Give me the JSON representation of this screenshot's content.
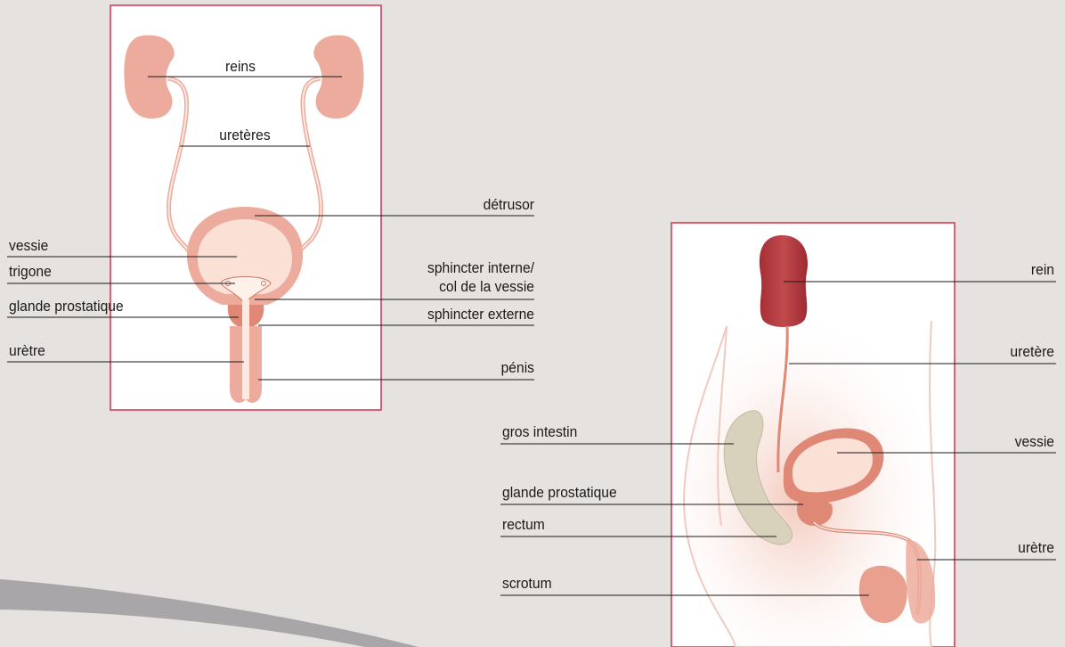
{
  "front_view": {
    "labels": {
      "reins": "reins",
      "ureteres": "uretères",
      "detrusor": "détrusor",
      "vessie": "vessie",
      "trigone": "trigone",
      "sphincter_interne_1": "sphincter interne/",
      "sphincter_interne_2": "col de la vessie",
      "glande_prostatique": "glande prostatique",
      "sphincter_externe": "sphincter externe",
      "uretre": "urètre",
      "penis": "pénis"
    }
  },
  "side_view": {
    "labels": {
      "rein": "rein",
      "uretere": "uretère",
      "gros_intestin": "gros intestin",
      "vessie": "vessie",
      "glande_prostatique": "glande prostatique",
      "rectum": "rectum",
      "uretre": "urètre",
      "scrotum": "scrotum"
    }
  },
  "colors": {
    "background": "#e6e2df",
    "frame": "#d9304a",
    "organ_pink": "#ecab9c",
    "organ_dark": "#e08876",
    "kidney_red": "#b5393d",
    "intestine": "#d8d2bc"
  }
}
